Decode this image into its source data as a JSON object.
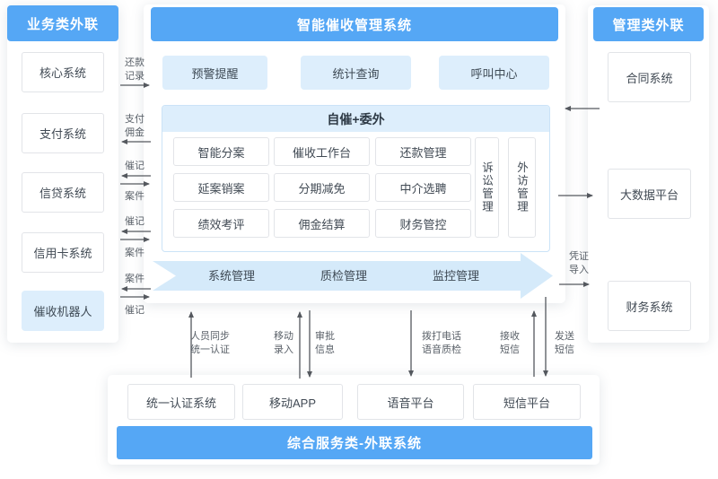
{
  "colors": {
    "accent": "#55a7f5",
    "light_blue_fill": "#ddeefc",
    "arrow_band": "#d5eafa"
  },
  "business_panel": {
    "title": "业务类外联",
    "items": [
      "核心系统",
      "支付系统",
      "信贷系统",
      "信用卡系统",
      "催收机器人"
    ]
  },
  "center_panel": {
    "title": "智能催收管理系统",
    "top_modules": [
      "预警提醒",
      "统计查询",
      "呼叫中心"
    ],
    "sub_panel": {
      "title": "自催+委外",
      "modules": [
        "智能分案",
        "催收工作台",
        "还款管理",
        "延案销案",
        "分期减免",
        "中介选聘",
        "绩效考评",
        "佣金结算",
        "财务管控"
      ],
      "vertical_modules": [
        "诉讼管理",
        "外访管理"
      ]
    },
    "band_modules": [
      "系统管理",
      "质检管理",
      "监控管理"
    ]
  },
  "management_panel": {
    "title": "管理类外联",
    "items": [
      "合同系统",
      "大数据平台",
      "财务系统"
    ]
  },
  "service_panel": {
    "title": "综合服务类-外联系统",
    "items": [
      "统一认证系统",
      "移动APP",
      "语音平台",
      "短信平台"
    ]
  },
  "flow_labels": {
    "left": [
      {
        "text": "还款\n记录"
      },
      {
        "text": "支付\n佣金"
      },
      {
        "text": "催记"
      },
      {
        "text": "案件"
      },
      {
        "text": "催记"
      },
      {
        "text": "案件"
      },
      {
        "text": "案件"
      },
      {
        "text": "催记"
      }
    ],
    "right": [
      {
        "text": "凭证\n导入"
      }
    ],
    "bottom": [
      {
        "text": "人员同步\n统一认证"
      },
      {
        "text": "移动\n录入"
      },
      {
        "text": "审批\n信息"
      },
      {
        "text": "拨打电话\n语音质检"
      },
      {
        "text": "接收\n短信"
      },
      {
        "text": "发送\n短信"
      }
    ]
  }
}
